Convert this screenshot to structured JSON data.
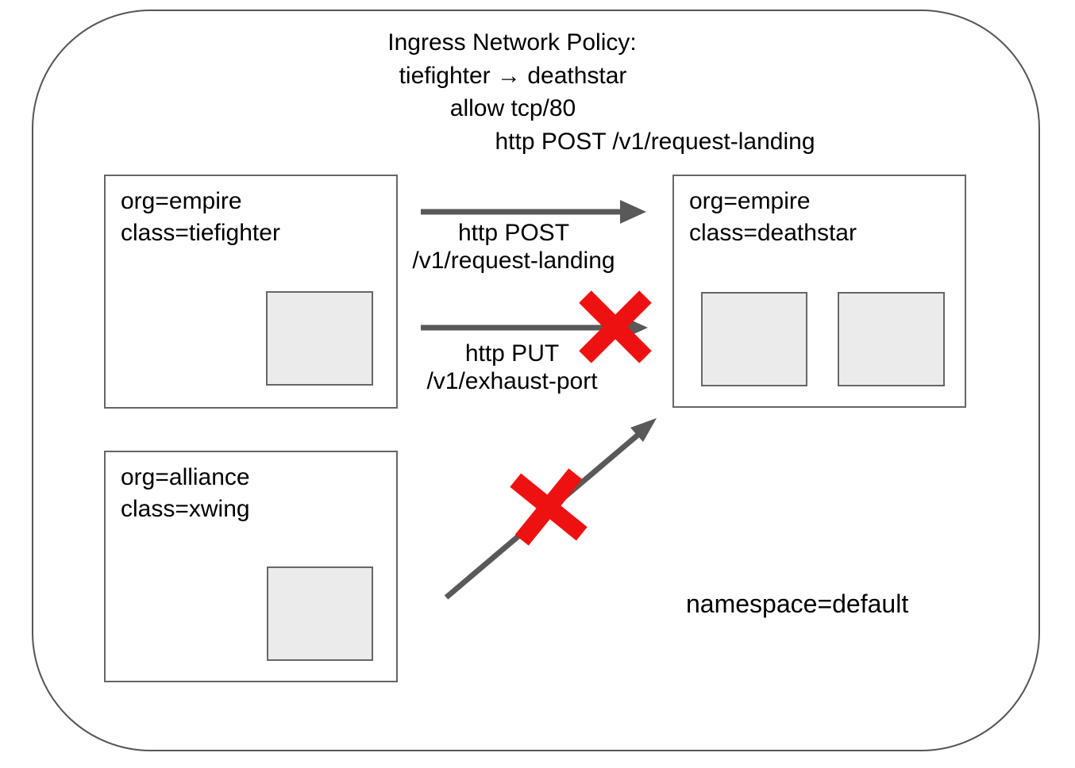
{
  "title": {
    "line1": "Ingress Network Policy:",
    "line2": "tiefighter → deathstar",
    "line3": "allow tcp/80",
    "line4": "http POST /v1/request-landing"
  },
  "nodes": {
    "tiefighter": {
      "line1": "org=empire",
      "line2": "class=tiefighter",
      "pod_count": 1
    },
    "deathstar": {
      "line1": "org=empire",
      "line2": "class=deathstar",
      "pod_count": 2
    },
    "xwing": {
      "line1": "org=alliance",
      "line2": "class=xwing",
      "pod_count": 1
    }
  },
  "edges": {
    "allowed_post": {
      "from": "tiefighter",
      "to": "deathstar",
      "line1": "http POST",
      "line2": "/v1/request-landing",
      "status": "allowed"
    },
    "denied_put": {
      "from": "tiefighter",
      "to": "deathstar",
      "line1": "http PUT",
      "line2": "/v1/exhaust-port",
      "status": "denied"
    },
    "denied_xwing": {
      "from": "xwing",
      "to": "deathstar",
      "status": "denied"
    }
  },
  "namespace_label": "namespace=default",
  "colors": {
    "arrow": "#595959",
    "denied_x": "#ee1111",
    "box_border": "#666666",
    "pod_fill": "#ebebeb",
    "outer_border": "#555555"
  }
}
